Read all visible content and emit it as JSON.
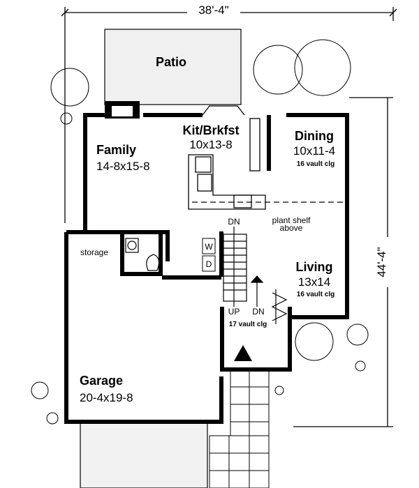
{
  "dimensions": {
    "width": "38'-4\"",
    "depth": "44'-4\""
  },
  "rooms": {
    "patio": {
      "name": "Patio"
    },
    "kitchen": {
      "name": "Kit/Brkfst",
      "size": "10x13-8"
    },
    "family": {
      "name": "Family",
      "size": "14-8x15-8"
    },
    "dining": {
      "name": "Dining",
      "size": "10x11-4",
      "note": "16 vault clg"
    },
    "living": {
      "name": "Living",
      "size": "13x14",
      "note": "16 vault clg"
    },
    "garage": {
      "name": "Garage",
      "size": "20-4x19-8"
    },
    "storage": {
      "name": "storage"
    },
    "entry": {
      "note": "17 vault clg"
    }
  },
  "labels": {
    "plant_shelf": "plant shelf",
    "plant_shelf2": "above",
    "dn_stair": "DN",
    "up": "UP",
    "dn_entry": "DN",
    "washer": "W",
    "dryer": "D"
  }
}
